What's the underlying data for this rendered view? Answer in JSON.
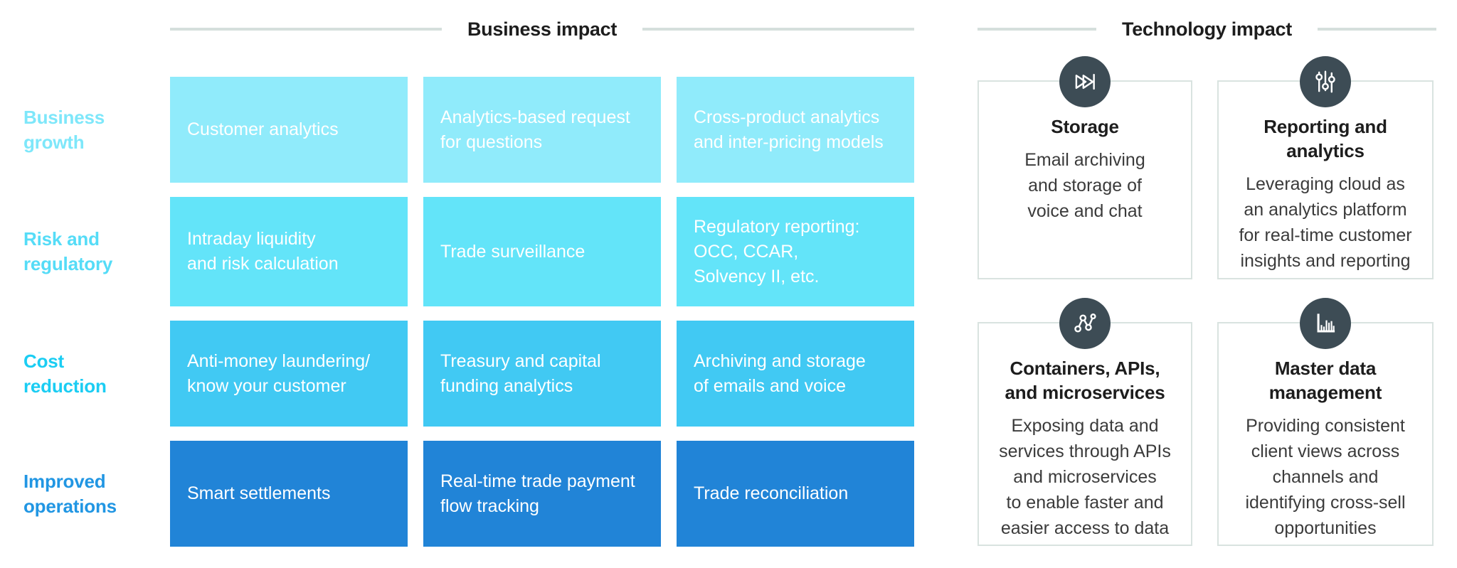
{
  "business_section": {
    "header": "Business impact",
    "rows": [
      {
        "label": "Business\ngrowth",
        "label_color": "#7ee7fa",
        "box_color": "#90ebfb",
        "cells": [
          "Customer analytics",
          "Analytics-based request\nfor questions",
          "Cross-product analytics\nand inter-pricing models"
        ]
      },
      {
        "label": "Risk and\nregulatory",
        "label_color": "#55dcf7",
        "box_color": "#63e4f9",
        "cells": [
          "Intraday liquidity\nand risk calculation",
          "Trade surveillance",
          "Regulatory reporting:\nOCC, CCAR,\nSolvency II, etc."
        ]
      },
      {
        "label": "Cost\nreduction",
        "label_color": "#1bcdf3",
        "box_color": "#41c9f3",
        "cells": [
          "Anti-money laundering/\nknow your customer",
          "Treasury and capital\nfunding analytics",
          "Archiving and storage\nof emails and voice"
        ]
      },
      {
        "label": "Improved\noperations",
        "label_color": "#2196e3",
        "box_color": "#2184d7",
        "cells": [
          "Smart settlements",
          "Real-time trade payment\nflow tracking",
          "Trade reconciliation"
        ]
      }
    ]
  },
  "technology_section": {
    "header": "Technology impact",
    "cards": [
      {
        "icon": "fast-forward-icon",
        "title": "Storage",
        "body": "Email archiving\nand storage of\nvoice and chat"
      },
      {
        "icon": "sliders-icon",
        "title": "Reporting and\nanalytics",
        "body": "Leveraging cloud as\nan analytics platform\nfor real-time customer\ninsights and reporting"
      },
      {
        "icon": "network-nodes-icon",
        "title": "Containers, APIs,\nand microservices",
        "body": "Exposing data and\nservices through APIs\nand microservices\nto enable faster and\neasier access to data"
      },
      {
        "icon": "bar-chart-icon",
        "title": "Master data\nmanagement",
        "body": "Providing consistent\nclient views across\nchannels and\nidentifying cross-sell\nopportunities"
      }
    ]
  },
  "colors": {
    "background": "#ffffff",
    "header_text": "#1d1d1d",
    "header_line": "#d5dfdc",
    "card_border": "#d9e3e0",
    "card_title": "#1d1d1d",
    "card_body": "#3b3b3b",
    "icon_circle": "#3d4c55",
    "cell_text": "#ffffff"
  }
}
